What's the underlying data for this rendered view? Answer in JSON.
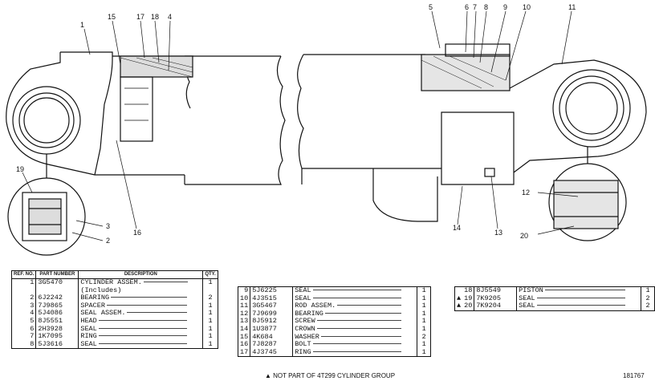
{
  "callouts": [
    "1",
    "15",
    "17",
    "18",
    "4",
    "5",
    "6",
    "7",
    "8",
    "9",
    "10",
    "11",
    "19",
    "3",
    "2",
    "16",
    "12",
    "20",
    "14",
    "13"
  ],
  "table_left": {
    "headers": {
      "ref": "REF. NO.",
      "part": "PART NUMBER",
      "desc": "DESCRIPTION",
      "qty": "QTY."
    },
    "rows": [
      {
        "ref": "1",
        "part": "3G5470",
        "desc": "CYLINDER ASSEM.",
        "qty": "1"
      },
      {
        "ref": "",
        "part": "",
        "desc": "(Includes)",
        "qty": ""
      },
      {
        "ref": "2",
        "part": "6J2242",
        "desc": "BEARING",
        "qty": "2"
      },
      {
        "ref": "3",
        "part": "7J9865",
        "desc": "SPACER",
        "qty": "1"
      },
      {
        "ref": "4",
        "part": "5J4086",
        "desc": "SEAL ASSEM.",
        "qty": "1"
      },
      {
        "ref": "5",
        "part": "8J5551",
        "desc": "HEAD",
        "qty": "1"
      },
      {
        "ref": "6",
        "part": "2H3928",
        "desc": "SEAL",
        "qty": "1"
      },
      {
        "ref": "7",
        "part": "1K7095",
        "desc": "RING",
        "qty": "1"
      },
      {
        "ref": "8",
        "part": "5J3616",
        "desc": "SEAL",
        "qty": "1"
      }
    ]
  },
  "table_middle": {
    "rows": [
      {
        "ref": "9",
        "part": "5J6225",
        "desc": "SEAL",
        "qty": "1"
      },
      {
        "ref": "10",
        "part": "4J3515",
        "desc": "SEAL",
        "qty": "1"
      },
      {
        "ref": "11",
        "part": "3G5467",
        "desc": "ROD ASSEM.",
        "qty": "1"
      },
      {
        "ref": "12",
        "part": "7J9699",
        "desc": "BEARING",
        "qty": "1"
      },
      {
        "ref": "13",
        "part": "8J5912",
        "desc": "SCREW",
        "qty": "1"
      },
      {
        "ref": "14",
        "part": "1U3877",
        "desc": "CROWN",
        "qty": "1"
      },
      {
        "ref": "15",
        "part": "4K684",
        "desc": "WASHER",
        "qty": "2"
      },
      {
        "ref": "16",
        "part": "7J8287",
        "desc": "BOLT",
        "qty": "1"
      },
      {
        "ref": "17",
        "part": "4J3745",
        "desc": "RING",
        "qty": "1"
      }
    ]
  },
  "table_right": {
    "rows": [
      {
        "mark": "",
        "ref": "18",
        "part": "8J5549",
        "desc": "PISTON",
        "qty": "1"
      },
      {
        "mark": "▲",
        "ref": "19",
        "part": "7K9205",
        "desc": "SEAL",
        "qty": "2"
      },
      {
        "mark": "▲",
        "ref": "20",
        "part": "7K9204",
        "desc": "SEAL",
        "qty": "2"
      }
    ]
  },
  "footnote": "▲ NOT PART OF 4T299   CYLINDER GROUP",
  "figure_number": "181767"
}
